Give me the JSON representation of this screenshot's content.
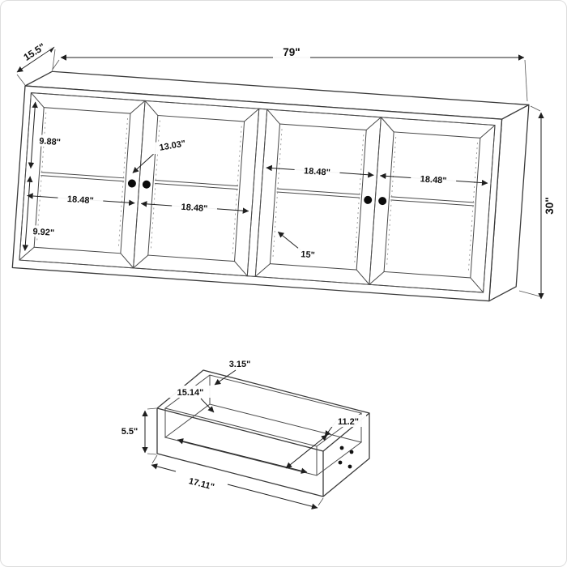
{
  "cabinet": {
    "dims": {
      "depth": "15.5\"",
      "width": "79\"",
      "height": "30\"",
      "upper_left": "9.88\"",
      "glass_diag": "13.03\"",
      "comp1_width": "18.48\"",
      "comp2_width": "18.48\"",
      "comp3_width": "18.48\"",
      "comp4_width": "18.48\"",
      "lower_left": "9.92\"",
      "shelf_gap": "15\""
    }
  },
  "drawer": {
    "dims": {
      "back_depth": "3.15\"",
      "interior_length": "15.14\"",
      "interior_width": "11.2\"",
      "height": "5.5\"",
      "length": "17.11\""
    }
  },
  "colors": {
    "outline": "#3a3a3a",
    "dimension": "#1f1f1f",
    "background": "#ffffff"
  }
}
